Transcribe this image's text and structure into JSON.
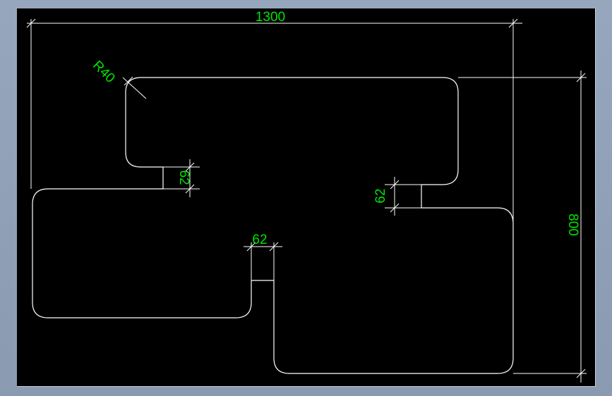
{
  "colors": {
    "background": "#000000",
    "frame": "#8c9db3",
    "geometry": "#ffffff",
    "dimension_text": "#00e600"
  },
  "dimensions": {
    "overall_width": "1300",
    "overall_height": "800",
    "corner_radius": "R40",
    "gap_left": "62",
    "gap_middle": "62",
    "gap_right": "62"
  }
}
